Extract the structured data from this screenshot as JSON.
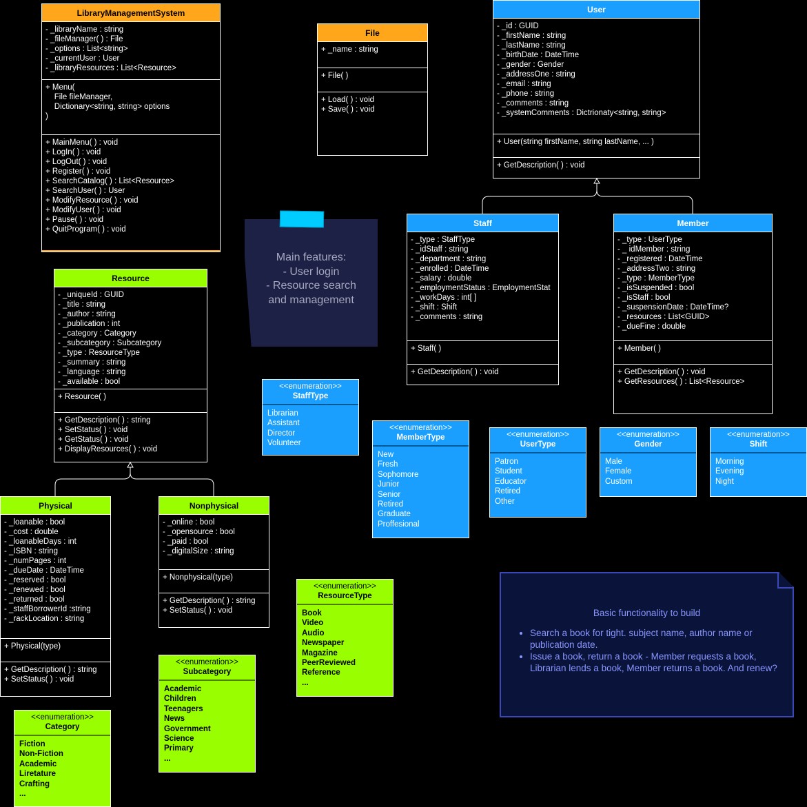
{
  "classes": {
    "lms": {
      "name": "LibraryManagementSystem",
      "sections": [
        [
          "- _libraryName : string",
          "- _fileManager( ) : File",
          "- _options : List<string>",
          "- _currentUser : User",
          "- _libraryResources : List<Resource>"
        ],
        [
          "+ Menu(",
          "    File fileManager,",
          "    Dictionary<string, string> options",
          ")"
        ],
        [
          "+ MainMenu( ) : void",
          "+ LogIn( ) : void",
          "+ LogOut( ) : void",
          "+ Register( ) : void",
          "+ SearchCatalog( ) : List<Resource>",
          "+ SearchUser( ) : User",
          "+ ModifyResource( ) : void",
          "+ ModifyUser( ) : void",
          "+ Pause( ) : void",
          "+ QuitProgram( ) : void"
        ]
      ]
    },
    "file": {
      "name": "File",
      "sections": [
        [
          "+ _name : string"
        ],
        [
          "+ File( )"
        ],
        [
          "+ Load( ) : void",
          "+ Save( ) : void"
        ]
      ]
    },
    "user": {
      "name": "User",
      "sections": [
        [
          "- _id : GUID",
          "- _firstName : string",
          "- _lastName : string",
          "- _birthDate : DateTime",
          "- _gender : Gender",
          "- _addressOne : string",
          "- _email : string",
          "- _phone : string",
          "- _comments : string",
          "- _systemComments : Dictrionaty<string, string>"
        ],
        [
          "+ User(string firstName, string lastName, ... )"
        ],
        [
          "+ GetDescription( ) : void"
        ]
      ]
    },
    "staff": {
      "name": "Staff",
      "sections": [
        [
          "- _type : StaffType",
          "- _idStaff : string",
          "- _department : string",
          "- _enrolled : DateTime",
          "- _salary : double",
          "- _employmentStatus : EmploymentStat",
          "- _workDays : int[ ]",
          "- _shift : Shift",
          "- _comments : string"
        ],
        [
          "+ Staff( )"
        ],
        [
          "+ GetDescription( ) : void"
        ]
      ]
    },
    "member": {
      "name": "Member",
      "sections": [
        [
          "- _type : UserType",
          "- _ idMember : string",
          "- _registered : DateTime",
          "- _addressTwo : string",
          "- _type : MemberType",
          "- _isSuspended : bool",
          "- _isStaff : bool",
          "- _suspensionDate : DateTime?",
          "- _resources : List<GUID>",
          "- _dueFine : double"
        ],
        [
          "+ Member( )"
        ],
        [
          "+ GetDescription( ) : void",
          "+ GetResources( ) : List<Resource>"
        ]
      ]
    },
    "resource": {
      "name": "Resource",
      "sections": [
        [
          "- _uniqueId : GUID",
          "- _title : string",
          "- _author : string",
          "- _publication : int",
          "- _category : Category",
          "- _subcategory : Subcategory",
          "- _type : ResourceType",
          "- _summary : string",
          "- _language : string",
          "- _available : bool"
        ],
        [
          "+ Resource( )"
        ],
        [
          "+ GetDescription( ) : string",
          "+ SetStatus( ) : void",
          "+ GetStatus( ) : void",
          "+ DisplayResources( ) : void"
        ]
      ]
    },
    "physical": {
      "name": "Physical",
      "sections": [
        [
          "- _loanable : bool",
          "- _cost : double",
          "- _loanableDays : int",
          "- _ISBN : string",
          "- _numPages : int",
          "- _dueDate : DateTime",
          "- _reserved : bool",
          "- _renewed : bool",
          "- _returned : bool",
          "- _staffBorrowerId :string",
          "- _rackLocation : string"
        ],
        [
          "+ Physical(type)"
        ],
        [
          "+ GetDescription( ) : string",
          "+ SetStatus( ) : void"
        ]
      ]
    },
    "nonphysical": {
      "name": "Nonphysical",
      "sections": [
        [
          "- _online : bool",
          "- _opensource : bool",
          "- _paid : bool",
          "- _digitalSize : string"
        ],
        [
          "+ Nonphysical(type)"
        ],
        [
          "+ GetDescription( ) : string",
          "+ SetStatus( ) : void"
        ]
      ]
    }
  },
  "enums": {
    "stereotype": "<<enumeration>>",
    "stafftype": {
      "name": "StaffType",
      "values": [
        "Librarian",
        "Assistant",
        "Director",
        "Volunteer"
      ]
    },
    "membertype": {
      "name": "MemberType",
      "values": [
        "New",
        "Fresh",
        "Sophomore",
        "Junior",
        "Senior",
        "Retired",
        "Graduate",
        "Proffesional"
      ]
    },
    "usertype": {
      "name": "UserType",
      "values": [
        "Patron",
        "Student",
        "Educator",
        "Retired",
        "Other"
      ]
    },
    "gender": {
      "name": "Gender",
      "values": [
        "Male",
        "Female",
        "Custom"
      ]
    },
    "shift": {
      "name": "Shift",
      "values": [
        "Morning",
        "Evening",
        "Night"
      ]
    },
    "resourcetype": {
      "name": "ResourceType",
      "values": [
        "Book",
        "Video",
        "Audio",
        "Newspaper",
        "Magazine",
        "PeerReviewed",
        "Reference",
        "..."
      ]
    },
    "subcategory": {
      "name": "Subcategory",
      "values": [
        "Academic",
        "Children",
        "Teenagers",
        "News",
        "Government",
        "Science",
        "Primary",
        "..."
      ]
    },
    "category": {
      "name": "Category",
      "values": [
        "Fiction",
        "Non-Fiction",
        "Academic",
        "Liretature",
        "Crafting",
        "..."
      ]
    }
  },
  "notes": {
    "sticky": [
      "Main features:",
      "- User login",
      "- Resource search",
      "and management"
    ],
    "functionality": {
      "title": "Basic functionality to build",
      "items": [
        "Search a book for tight. subject name, author name or publication date.",
        "Issue a book, return a book - Member requests a book, Librarian lends a book, Member returns a book. And renew?"
      ]
    }
  },
  "colors": {
    "background": "#000000",
    "orange": "#FFA61A",
    "green": "#99FF00",
    "blue": "#1A9FFF",
    "sticky_tape": "#00CCFF",
    "note_border": "#3A48B8"
  }
}
